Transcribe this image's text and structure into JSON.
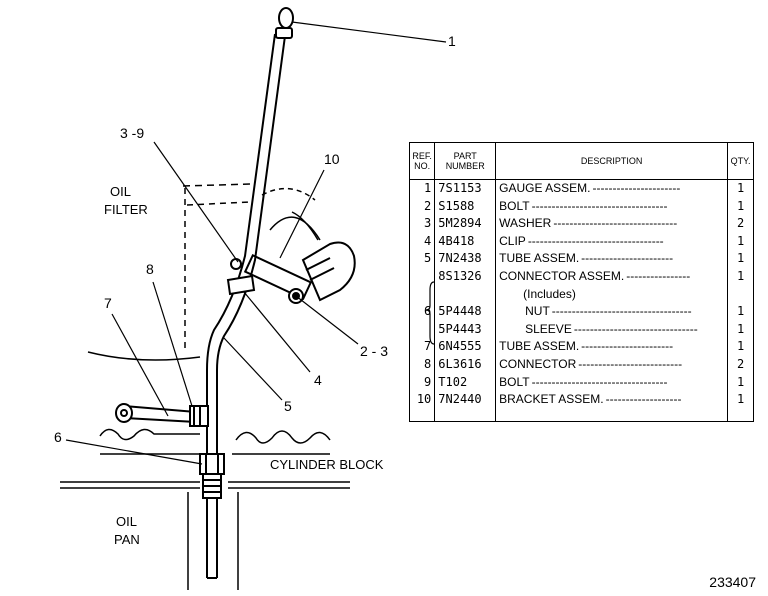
{
  "callouts": {
    "c1": "1",
    "c3_9": "3 -9",
    "c10": "10",
    "c8": "8",
    "c7": "7",
    "c2_3": "2 - 3",
    "c4": "4",
    "c5": "5",
    "c6": "6"
  },
  "region_labels": {
    "oil_filter_1": "OIL",
    "oil_filter_2": "FILTER",
    "cylinder_block": "CYLINDER BLOCK",
    "oil_pan_1": "OIL",
    "oil_pan_2": "PAN"
  },
  "figure_code": "233407",
  "table": {
    "headers": {
      "ref": "REF. NO.",
      "part": "PART NUMBER",
      "desc": "DESCRIPTION",
      "qty": "QTY."
    },
    "rows": [
      {
        "ref": "1",
        "part": "7S1153",
        "desc": "GAUGE ASSEM.",
        "qty": "1"
      },
      {
        "ref": "2",
        "part": "S1588",
        "desc": "BOLT",
        "qty": "1"
      },
      {
        "ref": "3",
        "part": "5M2894",
        "desc": "WASHER",
        "qty": "2"
      },
      {
        "ref": "4",
        "part": "4B418",
        "desc": "CLIP",
        "qty": "1"
      },
      {
        "ref": "5",
        "part": "7N2438",
        "desc": "TUBE ASSEM.",
        "qty": "1"
      },
      {
        "ref": "",
        "part": "8S1326",
        "desc": "CONNECTOR ASSEM.",
        "qty": "1"
      },
      {
        "ref": "",
        "part": "",
        "desc": "(Includes)",
        "qty": ""
      },
      {
        "ref": "6",
        "part": "5P4448",
        "desc": "NUT",
        "qty": "1"
      },
      {
        "ref": "",
        "part": "5P4443",
        "desc": "SLEEVE",
        "qty": "1"
      },
      {
        "ref": "7",
        "part": "6N4555",
        "desc": "TUBE ASSEM.",
        "qty": "1"
      },
      {
        "ref": "8",
        "part": "6L3616",
        "desc": "CONNECTOR",
        "qty": "2"
      },
      {
        "ref": "9",
        "part": "T102",
        "desc": "BOLT",
        "qty": "1"
      },
      {
        "ref": "10",
        "part": "7N2440",
        "desc": "BRACKET ASSEM.",
        "qty": "1"
      }
    ]
  }
}
